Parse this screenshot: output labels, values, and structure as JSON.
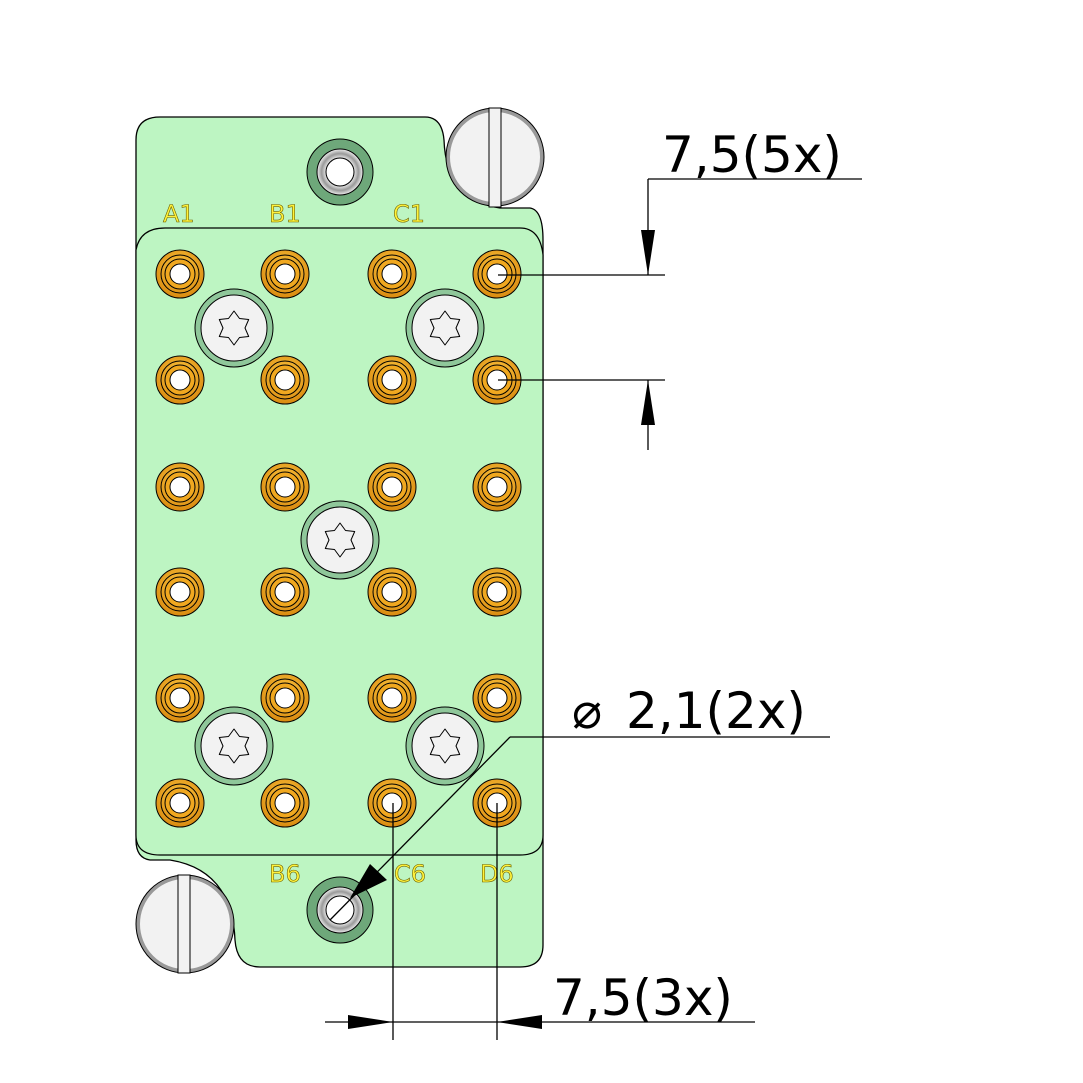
{
  "drawing": {
    "pin_labels": {
      "top": [
        "A1",
        "B1",
        "C1"
      ],
      "bottom": [
        "B6",
        "C6",
        "D6"
      ]
    },
    "dimensions": {
      "vertical_pitch": "7,5(5x)",
      "hole_diameter_symbol": "⌀",
      "hole_diameter": "2,1(2x)",
      "horizontal_pitch": "7,5(3x)"
    },
    "pin_grid": {
      "columns": 4,
      "rows": 6
    },
    "colors": {
      "plate": "#bdf5c2",
      "pin_gold": "#f5ac25",
      "screw": "#f2f2f2",
      "label": "#fff23a"
    }
  }
}
